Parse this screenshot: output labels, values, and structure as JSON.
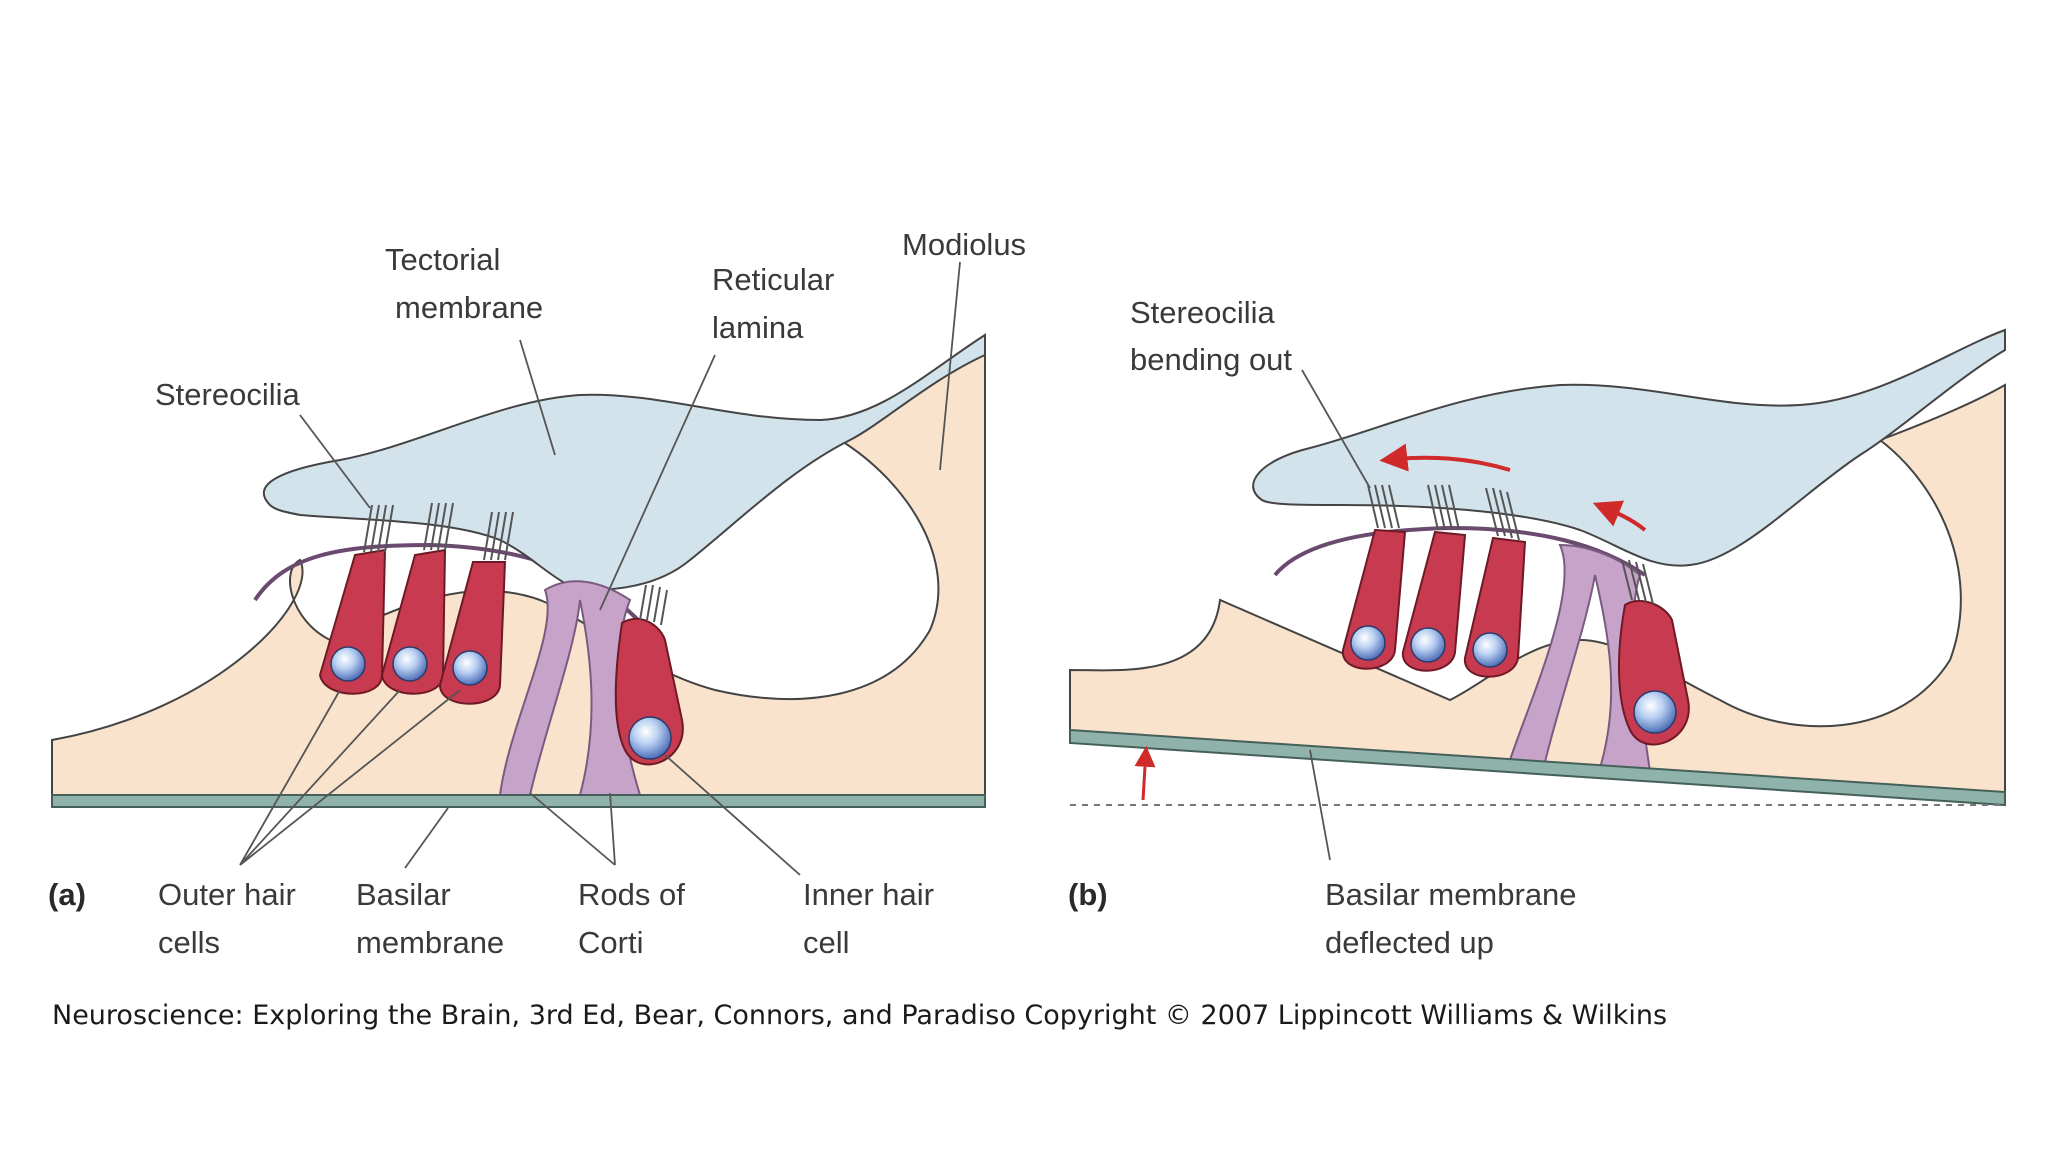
{
  "panel_a": {
    "tag": "(a)",
    "tectorial": [
      "Tectorial",
      "membrane"
    ],
    "reticular": [
      "Reticular",
      "lamina"
    ],
    "modiolus": "Modiolus",
    "stereocilia": "Stereocilia",
    "outer_hair": [
      "Outer hair",
      "cells"
    ],
    "basilar": [
      "Basilar",
      "membrane"
    ],
    "rods": [
      "Rods of",
      "Corti"
    ],
    "inner_hair": [
      "Inner hair",
      "cell"
    ]
  },
  "panel_b": {
    "tag": "(b)",
    "stereocilia_bending": [
      "Stereocilia",
      "bending out"
    ],
    "basilar_deflected": [
      "Basilar membrane",
      "deflected up"
    ]
  },
  "caption": "Neuroscience: Exploring the Brain, 3rd Ed, Bear, Connors, and Paradiso Copyright © 2007 Lippincott Williams & Wilkins",
  "colors": {
    "tissue": "#f9e3cc",
    "tectorial": "#d3e3ec",
    "hair_cell": "#c83a50",
    "nucleus": "#a9c3ea",
    "rods": "#c7a3c9",
    "basilar": "#8fb3aa",
    "arrow": "#d02a2a"
  }
}
